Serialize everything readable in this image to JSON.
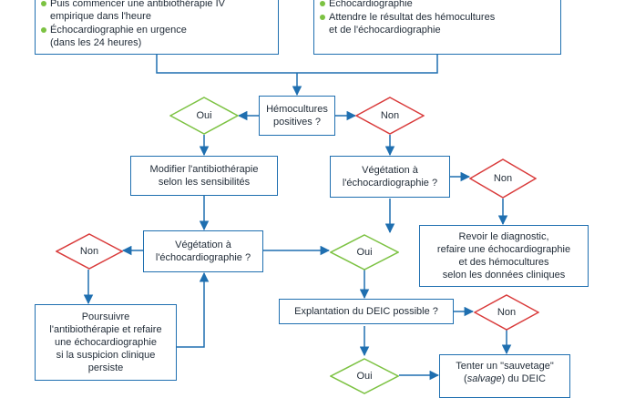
{
  "top_left_items": [
    "Puis commencer une antibiothérapie IV empirique dans l'heure",
    "Échocardiographie en urgence (dans les 24 heures)"
  ],
  "top_left_lines": [
    [
      "Puis commencer une antibiothérapie IV",
      "empirique dans l'heure"
    ],
    [
      "Échocardiographie en urgence",
      "(dans les 24 heures)"
    ]
  ],
  "top_right_items": [
    "Échocardiographie",
    "Attendre le résultat des hémocultures et de l'échocardiographie"
  ],
  "top_right_lines": [
    [
      "Échocardiographie"
    ],
    [
      "Attendre le résultat des hémocultures",
      "et de l'échocardiographie"
    ]
  ],
  "hemocultures": [
    "Hémocultures",
    "positives ?"
  ],
  "oui": "Oui",
  "non": "Non",
  "modifier": [
    "Modifier l'antibiothérapie",
    "selon les sensibilités"
  ],
  "vegetation": [
    "Végétation à",
    "l'échocardiographie ?"
  ],
  "revoir": [
    "Revoir le diagnostic,",
    "refaire une échocardiographie",
    "et des hémocultures",
    "selon les données cliniques"
  ],
  "poursuivre": [
    "Poursuivre",
    "l'antibiothérapie et refaire",
    "une échocardiographie",
    "si la suspicion clinique",
    "persiste"
  ],
  "explantation": "Explantation du DEIC possible ?",
  "sauvetage_line1": "Tenter un \"sauvetage\"",
  "sauvetage_italic": "salvage",
  "sauvetage_after": " du DEIC",
  "colors": {
    "box_border": "#1f6fb0",
    "oui_diamond": "#7cc242",
    "non_diamond": "#d93a3a",
    "bullet": "#7cc242"
  }
}
